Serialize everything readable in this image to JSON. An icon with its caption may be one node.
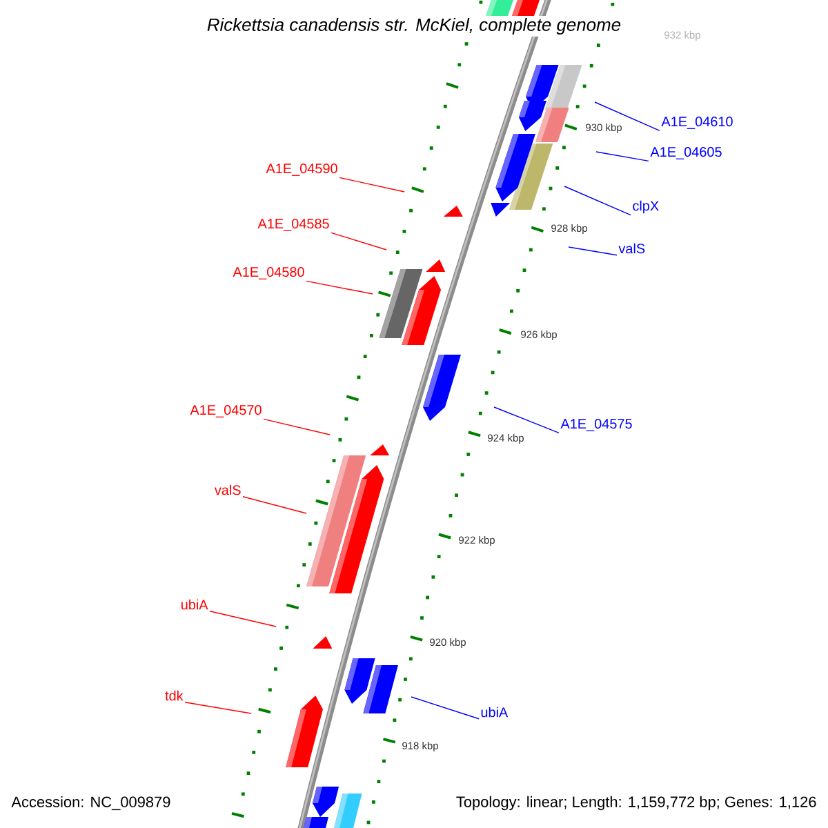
{
  "diagram": {
    "title": "Rickettsia canadensis str. McKiel, complete genome",
    "nodes": [
      {
        "text": [
          "A1E_04610"
        ]
      },
      {
        "text": [
          "A1E_04605"
        ]
      },
      {
        "text": [
          "A1E_04590"
        ]
      },
      {
        "text": [
          "clpX"
        ]
      },
      {
        "text": [
          "A1E_04585"
        ]
      },
      {
        "text": [
          "valS"
        ]
      },
      {
        "text": [
          "A1E_04580"
        ]
      },
      {
        "text": [
          "A1E_04570"
        ]
      },
      {
        "text": [
          "A1E_04575"
        ]
      },
      {
        "text": [
          "valS"
        ]
      },
      {
        "text": [
          "ubiA"
        ]
      },
      {
        "text": [
          "tdk"
        ]
      },
      {
        "text": [
          "ubiA"
        ]
      }
    ],
    "edges": [
      {
        "from": 0,
        "to": null,
        "arrow": "none",
        "color": "#0000ff"
      },
      {
        "from": 1,
        "to": null,
        "arrow": "none",
        "color": "#0000ff"
      },
      {
        "from": 2,
        "to": null,
        "arrow": "none"
      },
      {
        "from": 3,
        "to": null,
        "arrow": "none",
        "color": "#0000ff"
      },
      {
        "from": 4,
        "to": null,
        "arrow": "none"
      },
      {
        "from": 5,
        "to": null,
        "arrow": "none",
        "color": "#0000ff"
      },
      {
        "from": 6,
        "to": null,
        "arrow": "none"
      },
      {
        "from": 7,
        "to": null,
        "arrow": "none"
      },
      {
        "from": 8,
        "to": null,
        "arrow": "none",
        "color": "#0000ff"
      },
      {
        "from": 9,
        "to": null,
        "arrow": "none"
      },
      {
        "from": 10,
        "to": null,
        "arrow": "none"
      },
      {
        "from": 11,
        "to": null,
        "arrow": "none"
      },
      {
        "from": 12,
        "to": null,
        "arrow": "none",
        "color": "#0000ff"
      }
    ],
    "labels": [
      "932 kbp",
      "930 kbp",
      "928 kbp",
      "926 kbp",
      "924 kbp",
      "922 kbp",
      "920 kbp",
      "918 kbp",
      "Accession: NC_009879",
      "Topology: linear; Length: 1,159,772 bp; Genes: 1,126"
    ]
  }
}
